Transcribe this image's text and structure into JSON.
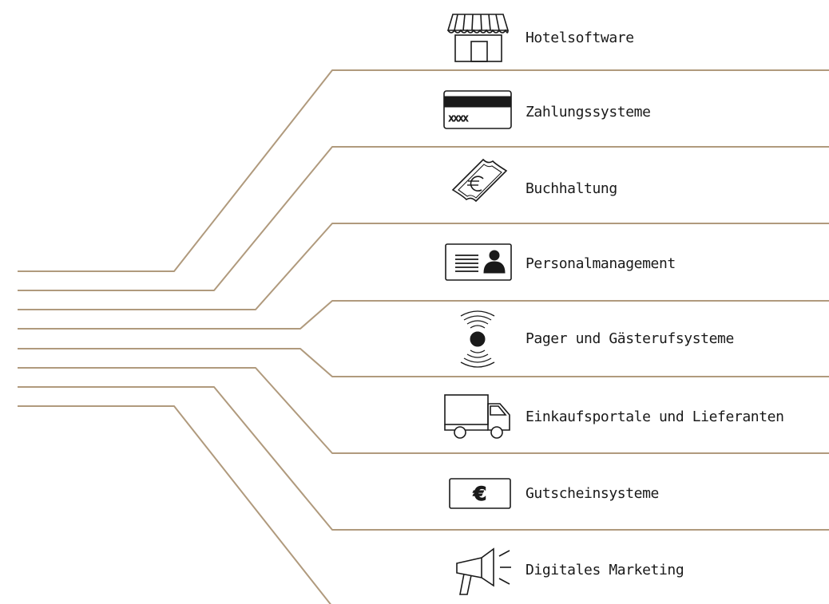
{
  "line_color": "#b09a7d",
  "icon_color": "#1a1a1a",
  "categories": [
    {
      "label": "Hotelsoftware",
      "icon": "shop-icon"
    },
    {
      "label": "Zahlungssysteme",
      "icon": "credit-card-icon",
      "card_text": "XXXX"
    },
    {
      "label": "Buchhaltung",
      "icon": "euro-banknote-icon"
    },
    {
      "label": "Personalmanagement",
      "icon": "id-card-icon"
    },
    {
      "label": "Pager und Gästerufsysteme",
      "icon": "pager-signal-icon"
    },
    {
      "label": "Einkaufsportale und Lieferanten",
      "icon": "delivery-truck-icon"
    },
    {
      "label": "Gutscheinsysteme",
      "icon": "voucher-icon",
      "voucher_symbol": "€"
    },
    {
      "label": "Digitales Marketing",
      "icon": "megaphone-icon"
    }
  ]
}
